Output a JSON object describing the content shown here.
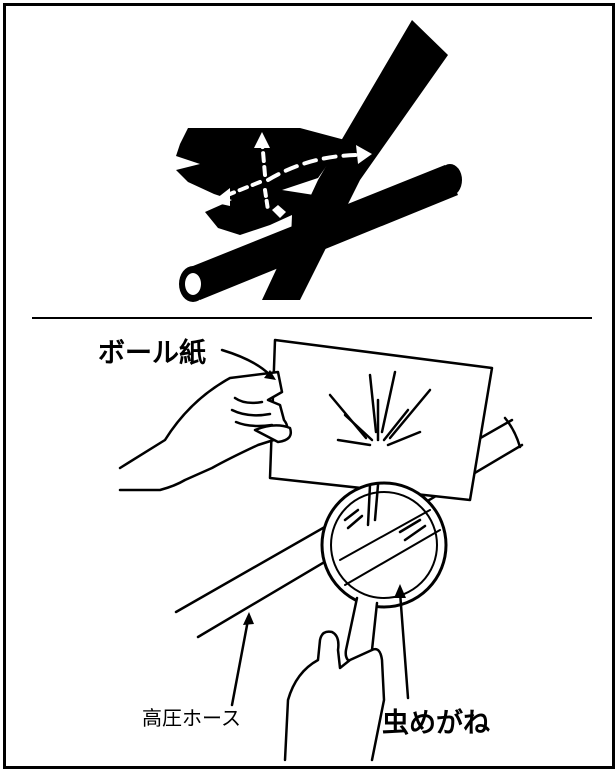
{
  "labels": {
    "cardboard": "ボール紙",
    "high_pressure_hose": "高圧ホース",
    "magnifying_glass": "虫めがね"
  },
  "colors": {
    "ink": "#000000",
    "paper": "#ffffff"
  },
  "icons": {
    "top_panel": "high-pressure-fluid-injection-warning-icon",
    "bottom_panel": "leak-check-with-cardboard-illustration"
  }
}
